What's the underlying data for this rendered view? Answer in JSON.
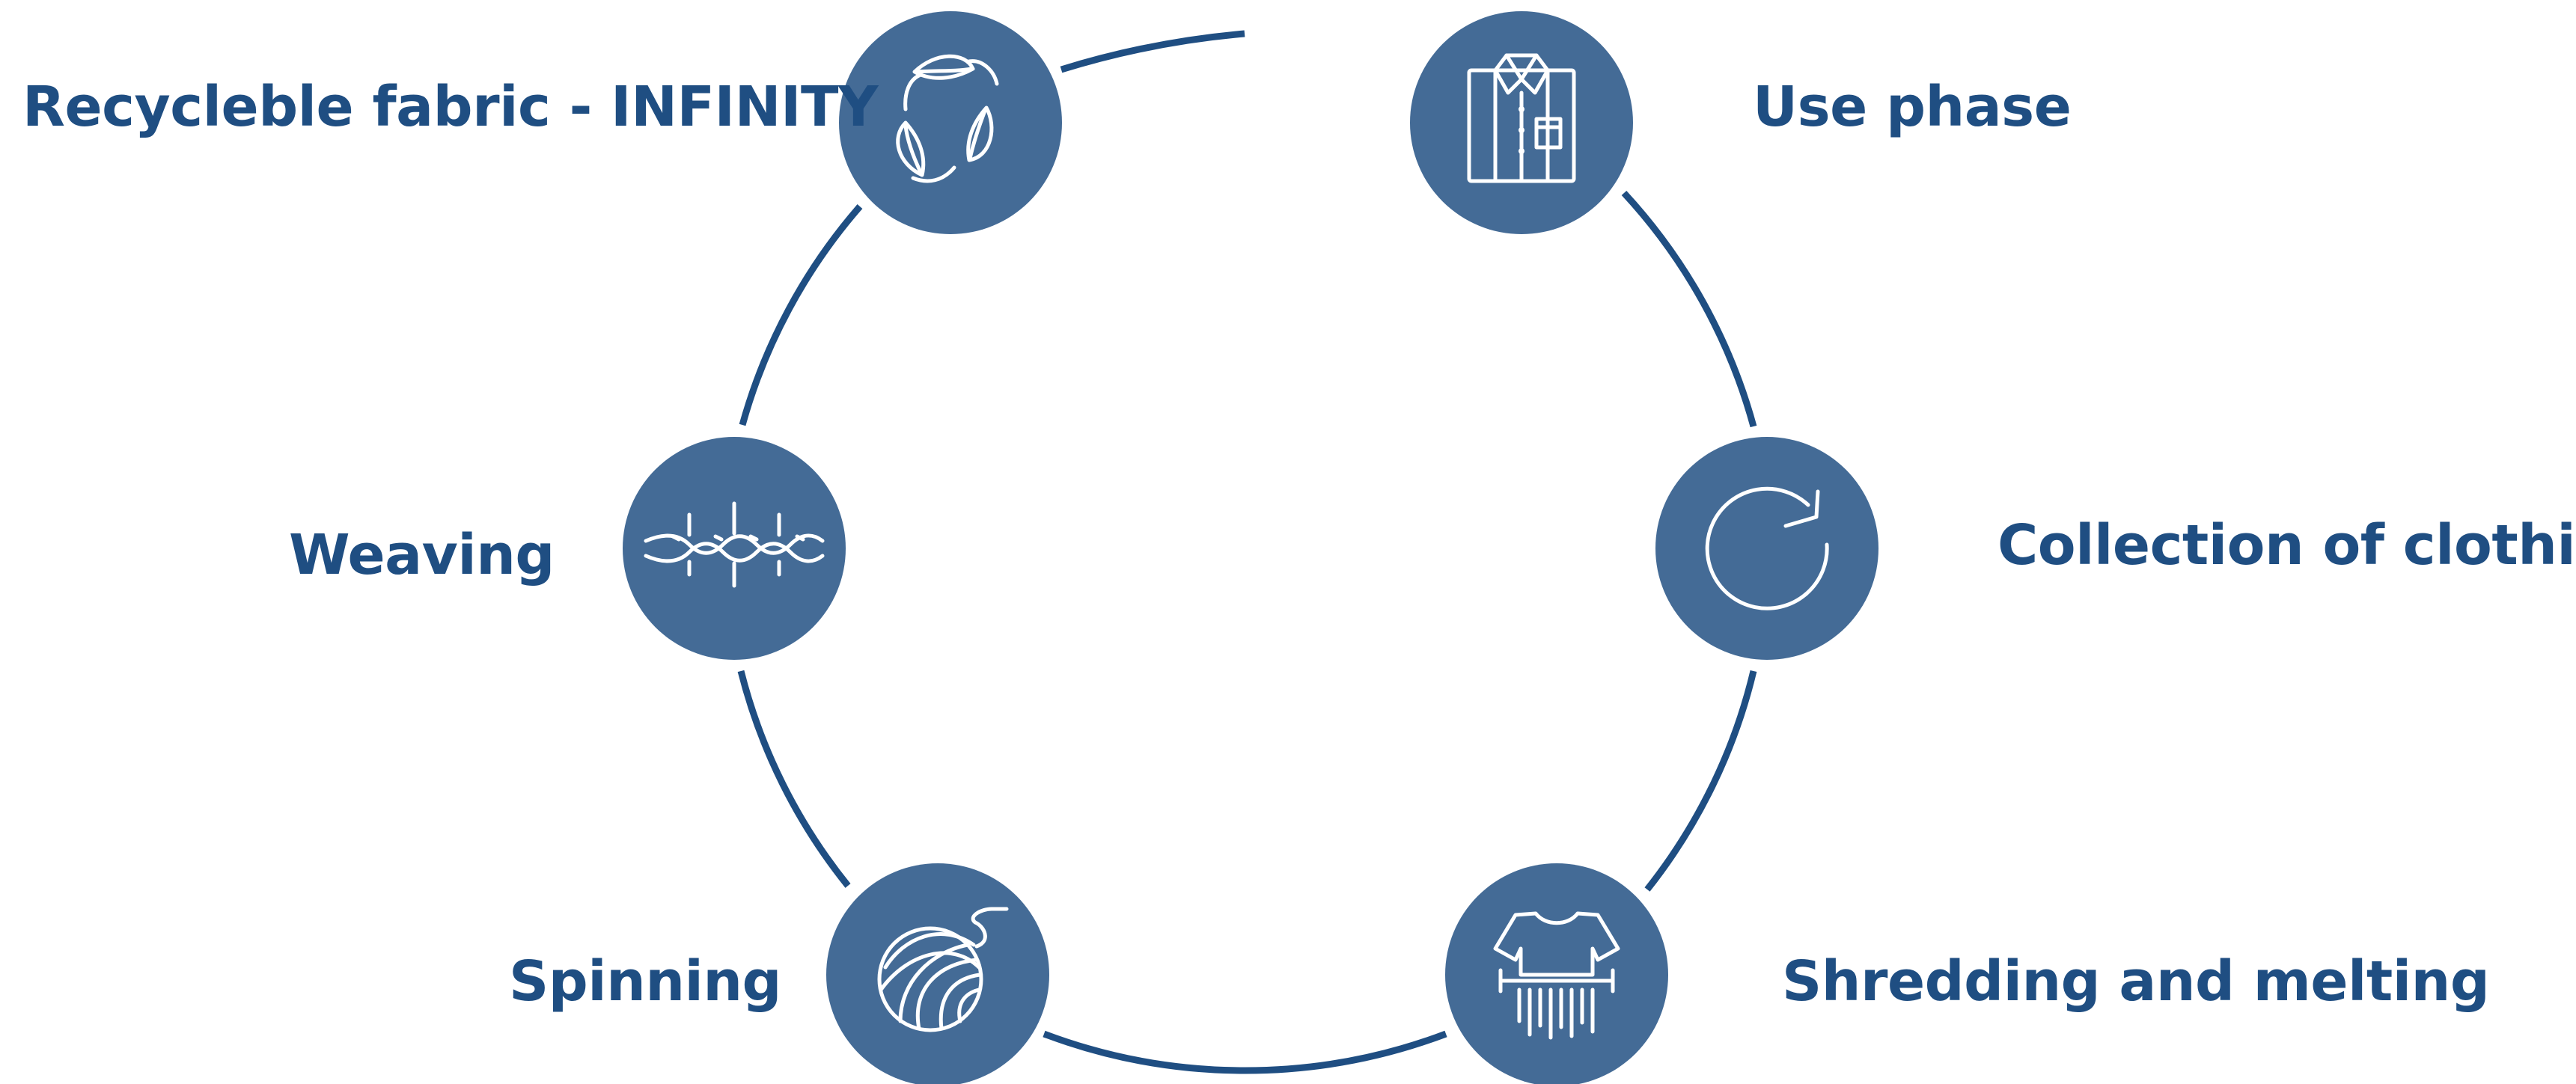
{
  "colors": {
    "circle_fill": "#446b96",
    "arc_stroke": "#1f4e82",
    "label_text": "#1f4e82",
    "icon_stroke": "#ffffff"
  },
  "steps": [
    {
      "id": "recyclable-fabric",
      "label": "Recycleble fabric - INFINITY",
      "icon": "leaf-triangle-icon"
    },
    {
      "id": "use-phase",
      "label": "Use phase",
      "icon": "shirt-icon"
    },
    {
      "id": "collection",
      "label": "Collection of clothing",
      "icon": "cycle-arrow-icon"
    },
    {
      "id": "shredding",
      "label": "Shredding and melting",
      "icon": "shredder-icon"
    },
    {
      "id": "spinning",
      "label": "Spinning",
      "icon": "yarn-ball-icon"
    },
    {
      "id": "weaving",
      "label": "Weaving",
      "icon": "woven-thread-icon"
    }
  ]
}
